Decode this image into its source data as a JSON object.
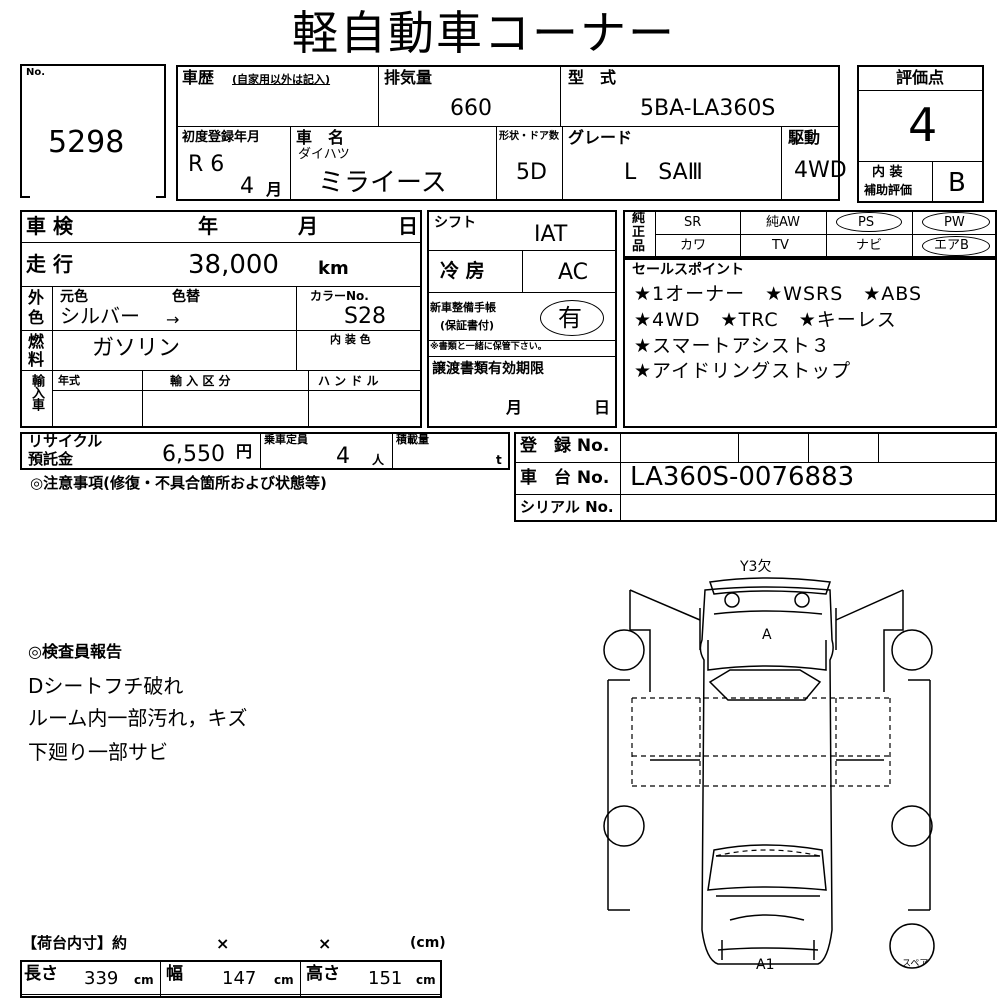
{
  "title": "軽自動車コーナー",
  "lot": {
    "label": "No.",
    "value": "5298"
  },
  "history": {
    "label": "車歴",
    "note": "(自家用以外は記入)"
  },
  "displacement": {
    "label": "排気量",
    "value": "660"
  },
  "model_type": {
    "label": "型　式",
    "value": "5BA-LA360S"
  },
  "first_reg": {
    "label": "初度登録年月",
    "era": "R 6",
    "month_value": "4",
    "month_unit": "月"
  },
  "car_name": {
    "label": "車　名",
    "maker": "ダイハツ",
    "value": "ミライース"
  },
  "doors": {
    "label": "形状・ドア数",
    "value": "5D"
  },
  "grade": {
    "label": "グレード",
    "value": "L　SAⅢ"
  },
  "drive": {
    "label": "駆動",
    "value": "4WD"
  },
  "rating": {
    "label": "評価点",
    "value": "4",
    "interior_label_1": "内 装",
    "interior_label_2": "補助評価",
    "interior_value": "B"
  },
  "inspection": {
    "label": "車 検",
    "year": "年",
    "month": "月",
    "day": "日"
  },
  "mileage": {
    "label": "走 行",
    "value": "38,000",
    "unit": "km"
  },
  "color": {
    "side_1": "外",
    "side_2": "色",
    "orig_label": "元色",
    "change_label": "色替",
    "value": "シルバー",
    "arrow": "→",
    "code_label": "カラーNo.",
    "code_value": "S28",
    "interior_label": "内 装 色"
  },
  "fuel": {
    "side_1": "燃",
    "side_2": "料",
    "value": "ガソリン"
  },
  "import": {
    "side": "輸入車",
    "year_label": "年式",
    "class_label": "輸 入 区 分",
    "handle_label": "ハ ン ド ル"
  },
  "shift": {
    "label": "シフト",
    "value": "IAT"
  },
  "aircon": {
    "label": "冷 房",
    "value": "AC"
  },
  "warranty": {
    "label_1": "新車整備手帳",
    "label_2": "(保証書付)",
    "value": "有",
    "note": "※書類と一緒に保管下さい。"
  },
  "transfer": {
    "label": "譲渡書類有効期限",
    "month": "月",
    "day": "日"
  },
  "equipment": {
    "side_1": "純",
    "side_2": "正",
    "side_3": "品",
    "row1": [
      "SR",
      "純AW",
      "PS",
      "PW"
    ],
    "row2": [
      "カワ",
      "TV",
      "ナビ",
      "エアB"
    ]
  },
  "sales": {
    "label": "セールスポイント",
    "lines": [
      "★1オーナー　★WSRS　★ABS",
      "★4WD　★TRC　★キーレス",
      "★スマートアシスト３",
      "★アイドリングストップ"
    ]
  },
  "recycle": {
    "label_1": "リサイクル",
    "label_2": "預託金",
    "value": "6,550",
    "unit": "円"
  },
  "capacity": {
    "label": "乗車定員",
    "value": "4",
    "unit": "人"
  },
  "load": {
    "label": "積載量",
    "unit": "t"
  },
  "caution": "◎注意事項(修復・不具合箇所および状態等)",
  "registration": {
    "label": "登　録 No."
  },
  "chassis": {
    "label": "車　台 No.",
    "value": "LA360S-0076883"
  },
  "serial": {
    "label": "シリアル No."
  },
  "inspector": {
    "title": "◎検査員報告",
    "lines": [
      "Dシートフチ破れ",
      "ルーム内一部汚れ，キズ",
      "下廻り一部サビ"
    ]
  },
  "diagram": {
    "top": "Y3欠",
    "a": "A",
    "a1": "A1",
    "spare": "スペア"
  },
  "cargo": {
    "label": "【荷台内寸】約",
    "x1": "×",
    "x2": "×",
    "unit": "(cm)",
    "length_label": "長さ",
    "length_value": "339",
    "width_label": "幅",
    "width_value": "147",
    "height_label": "高さ",
    "height_value": "151",
    "cm": "cm"
  }
}
